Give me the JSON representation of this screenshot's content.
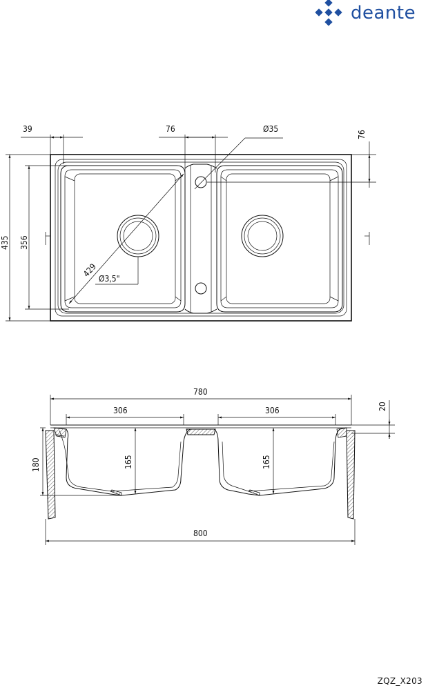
{
  "brand": {
    "name": "deante",
    "color": "#1f4fa0",
    "logo_icon": "deante-logo-icon"
  },
  "drawing_code": "ZQZ_X203",
  "top_view": {
    "dims": {
      "d39": "39",
      "d76_top": "76",
      "d35": "Ø35",
      "d76_right": "76",
      "d435": "435",
      "d356": "356",
      "d429": "429",
      "d3_5": "Ø3,5\""
    }
  },
  "side_view": {
    "dims": {
      "d780": "780",
      "d306_left": "306",
      "d306_right": "306",
      "d20": "20",
      "d180": "180",
      "d165_left": "165",
      "d165_right": "165",
      "d800": "800"
    }
  }
}
